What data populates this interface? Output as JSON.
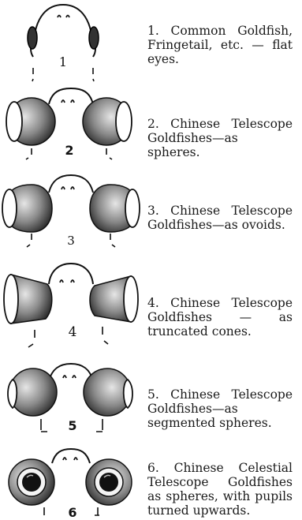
{
  "figures": [
    {
      "number": "1",
      "caption": "1. Common Goldfish, Fringetail, etc. — flat eyes."
    },
    {
      "number": "2",
      "caption": "2. Chinese Telescope Goldfishes—as spheres."
    },
    {
      "number": "3",
      "caption": "3. Chinese Telescope Goldfishes—as ovoids."
    },
    {
      "number": "4",
      "caption": "4. Chinese Telescope Goldfishes — as truncated cones."
    },
    {
      "number": "5",
      "caption": "5. Chinese Telescope Goldfishes—as segmented spheres."
    },
    {
      "number": "6",
      "caption": "6. Chinese Celestial Telescope Goldfishes as spheres, with pupils turned upwards."
    }
  ]
}
